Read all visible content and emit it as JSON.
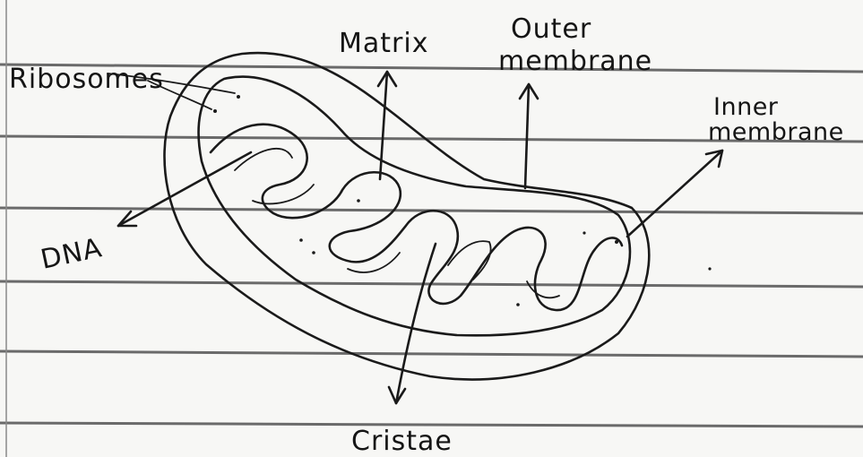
{
  "labels": {
    "ribosomes": "Ribosomes",
    "matrix": "Matrix",
    "outer_membrane_line1": "Outer",
    "outer_membrane_line2": "membrane",
    "inner_membrane_line1": "Inner",
    "inner_membrane_line2": "membrane",
    "dna": "DNA",
    "cristae": "Cristae"
  }
}
